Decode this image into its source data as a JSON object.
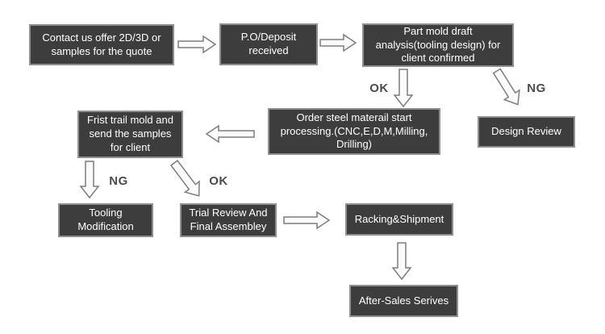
{
  "diagram": {
    "type": "flowchart",
    "background_color": "#ffffff",
    "colors": {
      "node_fill": "#3d3d3d",
      "node_border": "#8f8f8f",
      "node_text": "#ffffff",
      "arrow_fill": "#fbfbfb",
      "arrow_stroke": "#7d7d7d",
      "branch_label_text": "#4b4b4b"
    },
    "nodes": {
      "contact": {
        "label": "Contact us offer 2D/3D or\nsamples for the quote"
      },
      "po_deposit": {
        "label": "P.O/Deposit\nreceived"
      },
      "part_mold": {
        "label": "Part mold draft\nanalysis(tooling design) for\nclient confirmed"
      },
      "order_steel": {
        "label": "Order steel materail start\nprocessing.(CNC,E,D,M,Milling,\nDrilling)"
      },
      "design_review": {
        "label": "Design Review"
      },
      "first_trial": {
        "label": "Frist trail mold and\nsend the samples\nfor client"
      },
      "tooling_modification": {
        "label": "Tooling\nModification"
      },
      "trial_review": {
        "label": "Trial Review And\nFinal Assembley"
      },
      "racking_shipment": {
        "label": "Racking&Shipment"
      },
      "after_sales": {
        "label": "After-Sales Serives"
      }
    },
    "edges": [
      {
        "from": "contact",
        "to": "po_deposit",
        "label": ""
      },
      {
        "from": "po_deposit",
        "to": "part_mold",
        "label": ""
      },
      {
        "from": "part_mold",
        "to": "order_steel",
        "label": "OK"
      },
      {
        "from": "part_mold",
        "to": "design_review",
        "label": "NG"
      },
      {
        "from": "order_steel",
        "to": "first_trial",
        "label": ""
      },
      {
        "from": "first_trial",
        "to": "tooling_modification",
        "label": "NG"
      },
      {
        "from": "first_trial",
        "to": "trial_review",
        "label": "OK"
      },
      {
        "from": "trial_review",
        "to": "racking_shipment",
        "label": ""
      },
      {
        "from": "racking_shipment",
        "to": "after_sales",
        "label": ""
      }
    ]
  }
}
